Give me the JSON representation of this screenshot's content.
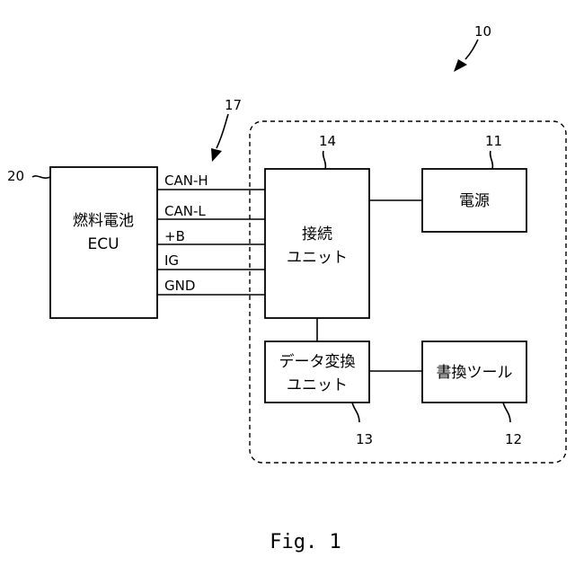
{
  "system_ref": "10",
  "harness_ref": "17",
  "ecu": {
    "ref": "20",
    "line1": "燃料電池",
    "line2": "ECU"
  },
  "signals": [
    "CAN-H",
    "CAN-L",
    "+B",
    "IG",
    "GND"
  ],
  "connection_unit": {
    "ref": "14",
    "line1": "接続",
    "line2": "ユニット"
  },
  "power_supply": {
    "ref": "11",
    "label": "電源"
  },
  "data_converter": {
    "ref": "13",
    "line1": "データ変換",
    "line2": "ユニット"
  },
  "rewrite_tool": {
    "ref": "12",
    "label": "書換ツール"
  },
  "caption": "Fig. 1"
}
